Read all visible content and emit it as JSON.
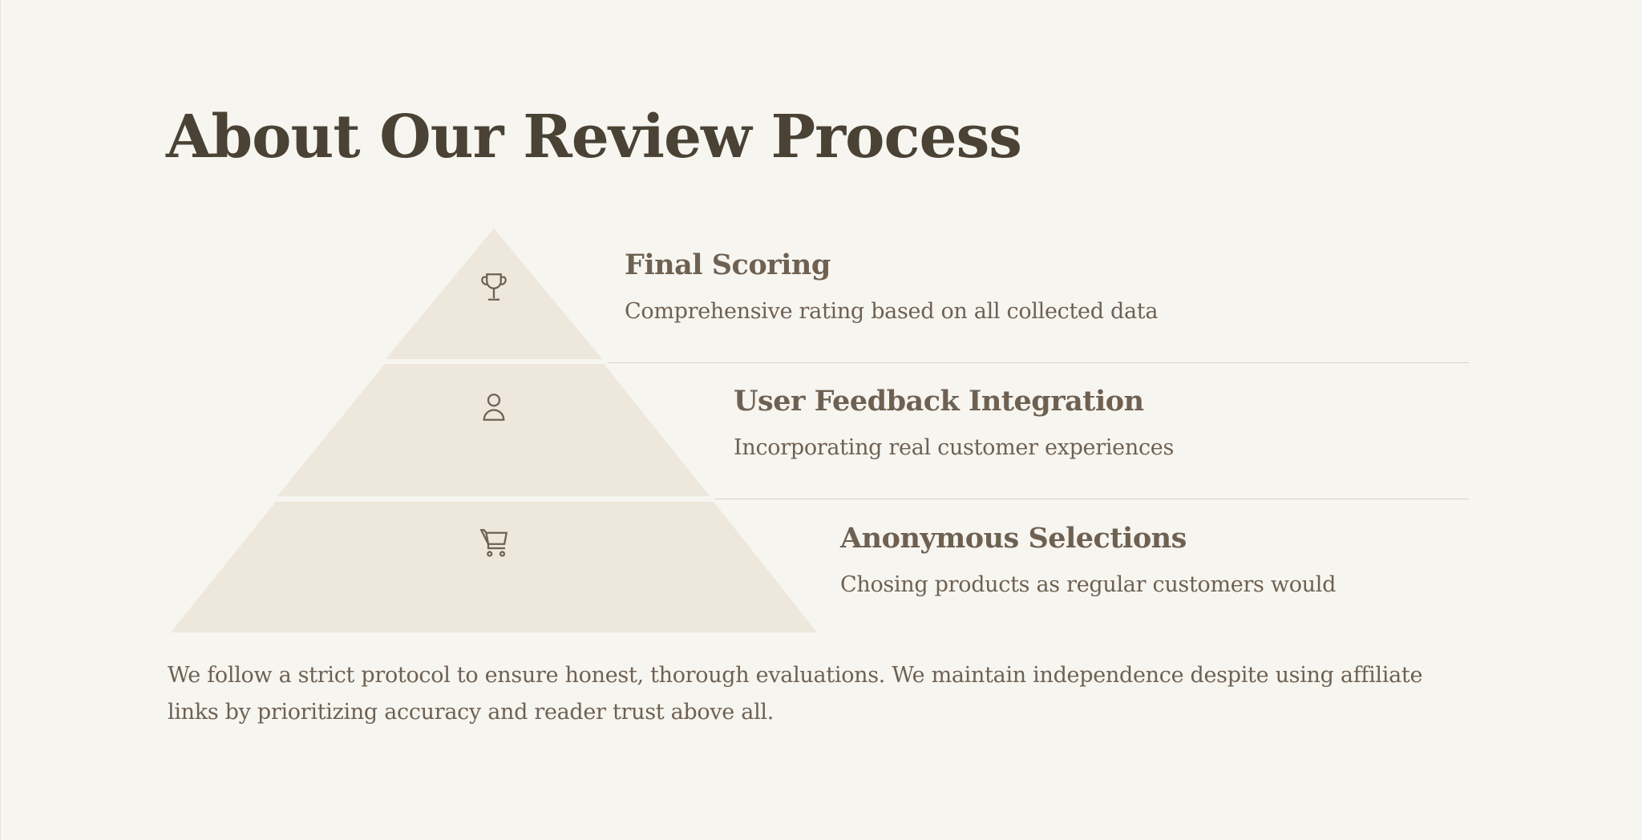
{
  "title": "About Our Review Process",
  "tiers": [
    {
      "icon": "trophy-icon",
      "heading": "Final Scoring",
      "description": "Comprehensive rating based on all collected data"
    },
    {
      "icon": "user-icon",
      "heading": "User Feedback Integration",
      "description": "Incorporating real customer experiences"
    },
    {
      "icon": "shopping-cart-icon",
      "heading": "Anonymous Selections",
      "description": "Chosing products as regular customers would"
    }
  ],
  "paragraph": "We follow a strict protocol to ensure honest, thorough evaluations. We maintain independence despite using affiliate links by prioritizing accuracy and reader trust above all.",
  "colors": {
    "background": "#f7f5f0",
    "pyramid": "#ede7dc",
    "title": "#4a4234",
    "text": "#6e6152",
    "rule": "#d6d1c8"
  }
}
